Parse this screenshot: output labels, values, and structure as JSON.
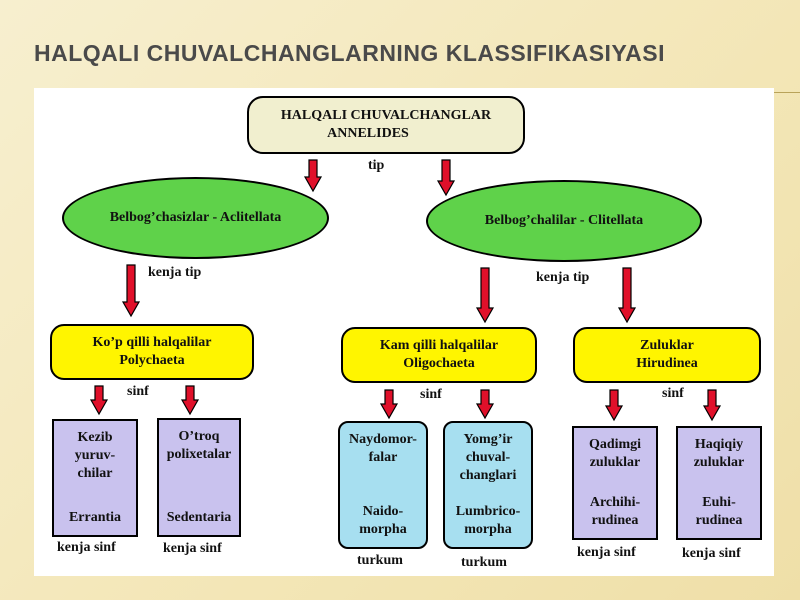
{
  "page": {
    "title": "HALQALI CHUVALCHANGLARNING KLASSIFIKASIYASI"
  },
  "diagram": {
    "root": {
      "line1": "HALQALI  CHUVALCHANGLAR",
      "line2": "ANNELIDES"
    },
    "subphyla": [
      {
        "text": "Belbog’chasizlar - Aclitellata"
      },
      {
        "text": "Belbog’chalilar - Clitellata"
      }
    ],
    "classes": [
      {
        "line1": "Ko’p qilli halqalilar",
        "line2": "Polychaeta"
      },
      {
        "line1": "Kam qilli halqalilar",
        "line2": "Oligochaeta"
      },
      {
        "line1": "Zuluklar",
        "line2": "Hirudinea"
      }
    ],
    "leaves": [
      {
        "top": [
          "Kezib",
          "yuruv-",
          "chilar"
        ],
        "bottom": [
          "Errantia"
        ]
      },
      {
        "top": [
          "O’troq",
          "polixetalar"
        ],
        "bottom": [
          "Sedentaria"
        ]
      },
      {
        "top": [
          "Naydomor-",
          "falar"
        ],
        "bottom": [
          "Naido-",
          "morpha"
        ]
      },
      {
        "top": [
          "Yomg’ir",
          "chuval-",
          "changlari"
        ],
        "bottom": [
          "Lumbrico-",
          "morpha"
        ]
      },
      {
        "top": [
          "Qadimgi",
          "zuluklar"
        ],
        "bottom": [
          "Archihi-",
          "rudinea"
        ]
      },
      {
        "top": [
          "Haqiqiy",
          "zuluklar"
        ],
        "bottom": [
          "Euhi-",
          "rudinea"
        ]
      }
    ],
    "labels": {
      "tip": "tip",
      "kenja_tip_left": "kenja tip",
      "kenja_tip_right": "kenja tip",
      "sinf_left": "sinf",
      "sinf_middle": "sinf",
      "sinf_right": "sinf",
      "kenja_sinf_1": "kenja sinf",
      "kenja_sinf_2": "kenja sinf",
      "kenja_sinf_3": "kenja sinf",
      "kenja_sinf_4": "kenja sinf",
      "turkum_1": "turkum",
      "turkum_2": "turkum"
    },
    "colors": {
      "arrow": "#e0102a",
      "subphylum_fill": "#5fd24a",
      "class_fill": "#fff500",
      "polychaeta_group_fill": "#c9c2ee",
      "oligochaeta_group_fill": "#a7dff0",
      "root_fill": "#f1efcf"
    }
  }
}
